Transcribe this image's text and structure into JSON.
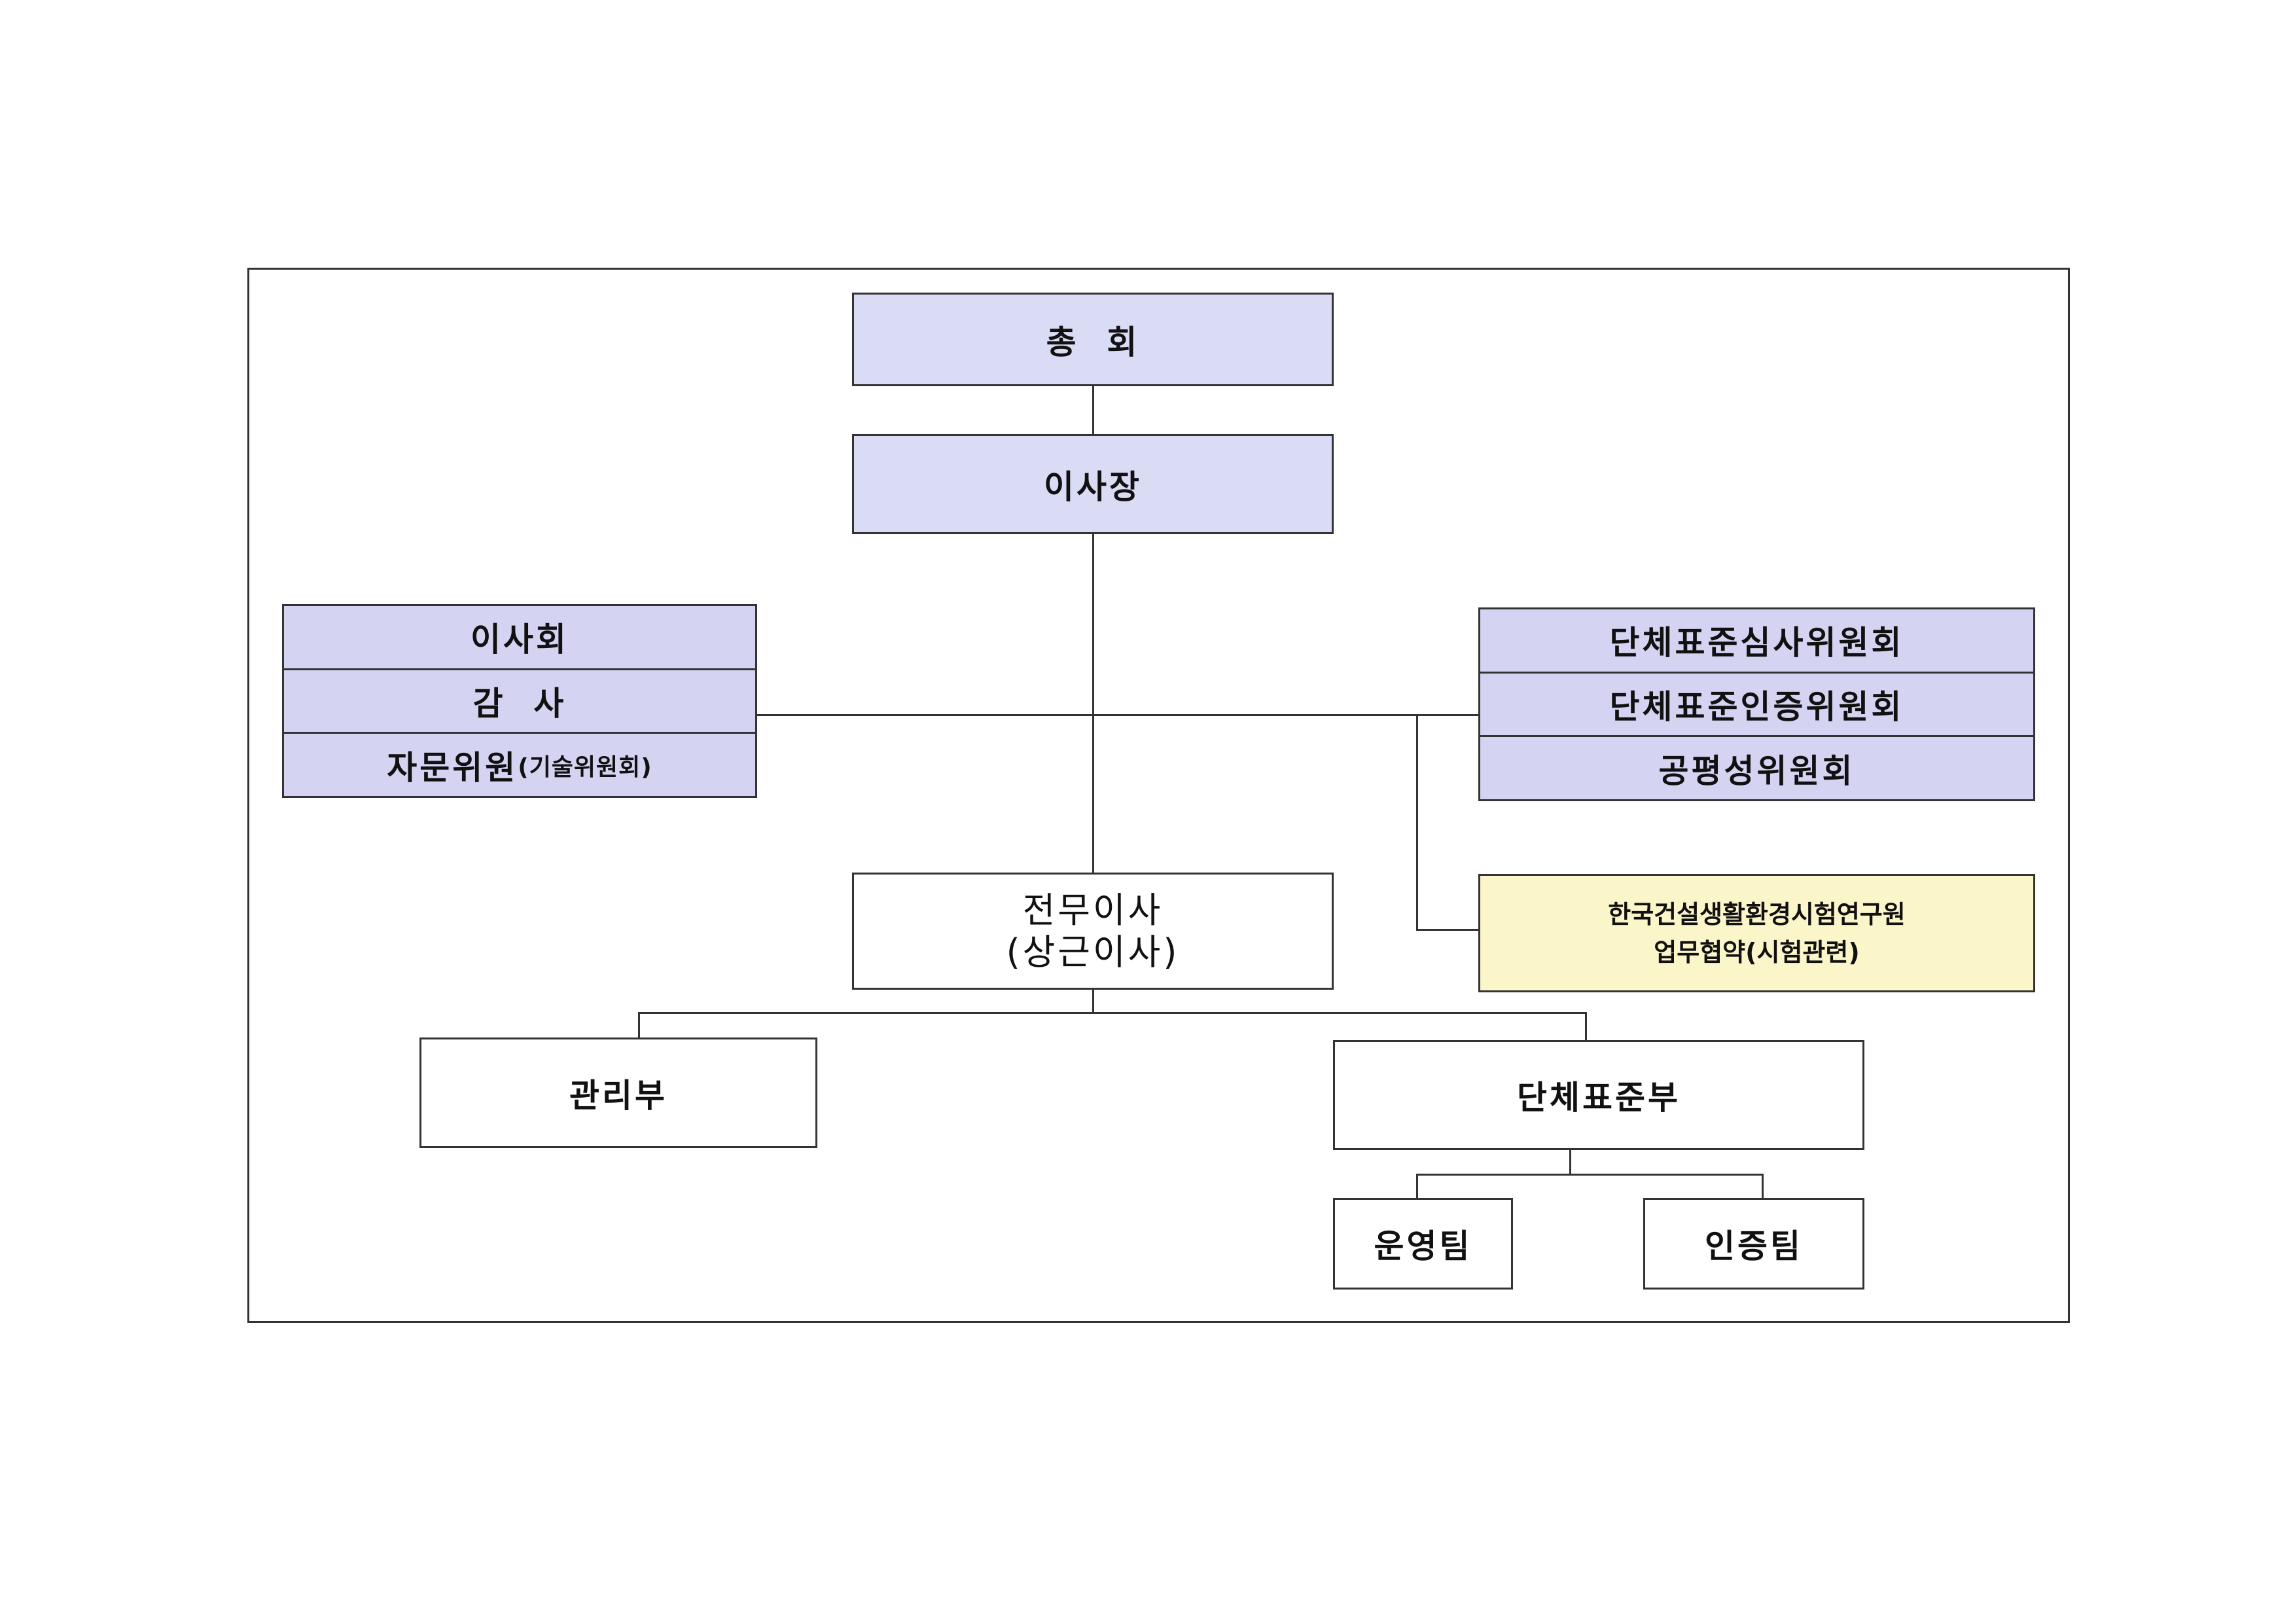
{
  "nodes": {
    "general_assembly": "총  회",
    "chairman": "이사장",
    "board": [
      "이사회",
      "감  사"
    ],
    "advisory": {
      "main": "자문위원",
      "sub": "(기술위원회)"
    },
    "committees": [
      "단체표준심사위원회",
      "단체표준인증위원회",
      "공평성위원회"
    ],
    "partner": {
      "line1": "한국건설생활환경시험연구원",
      "line2": "업무협약(시험관련)"
    },
    "managing_director": {
      "line1": "전무이사",
      "line2": "(상근이사)"
    },
    "admin_dept": "관리부",
    "standards_dept": "단체표준부",
    "operations_team": "운영팀",
    "certification_team": "인증팀"
  },
  "colors": {
    "blue": "#dadcf6",
    "purple": "#d5d3f2",
    "yellow": "#fbf6c9"
  }
}
